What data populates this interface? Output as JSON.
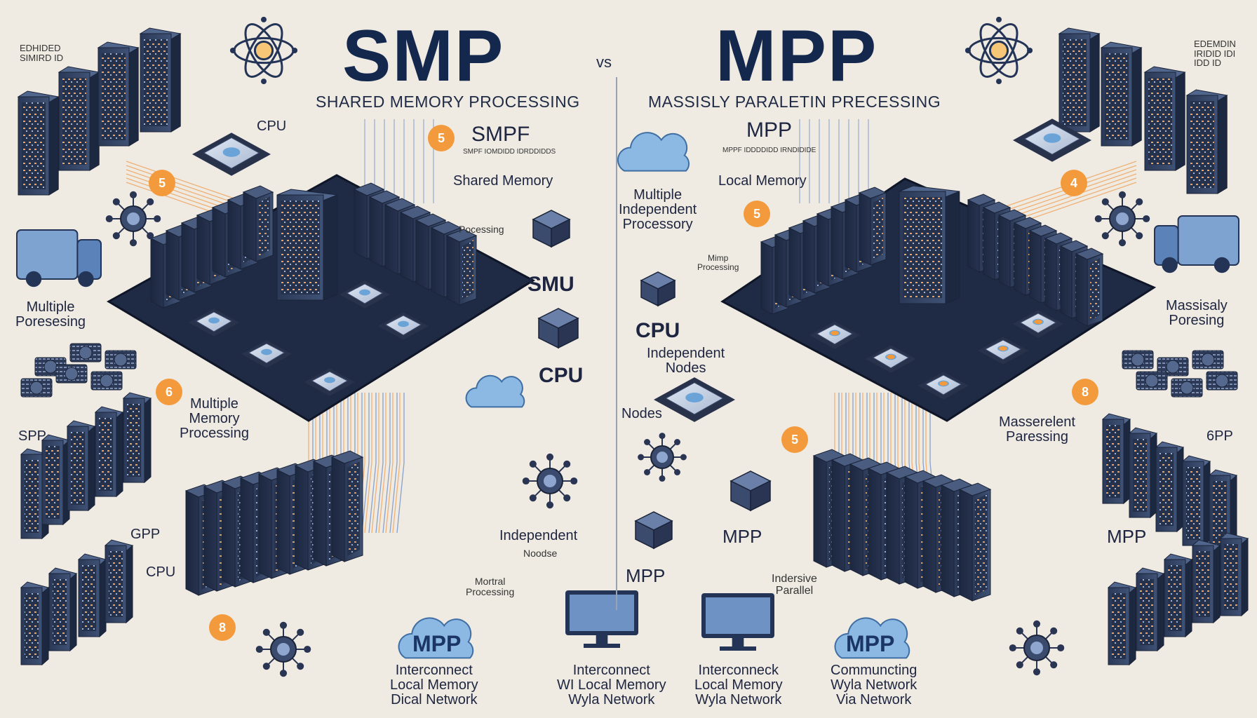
{
  "header": {
    "left_title": "SMP",
    "left_subtitle": "SHARED MEMORY PROCESSING",
    "vs": "vs",
    "right_title": "MPP",
    "right_subtitle": "MASSISLY PARALETIN PRECESSING"
  },
  "corner_tags": {
    "left": "EDHIDED\nSIMIRD ID",
    "right": "EDEMDIN\nIRIDID IDI\nIDD ID"
  },
  "left_labels": {
    "cpu_top": "CPU",
    "smpf": "SMPF",
    "smpf_sub": "SMPF IOMDIDD IDRDDIDDS",
    "shared_memory": "Shared Memory",
    "pocessing": "Pocessing",
    "smu": "SMU",
    "multiple_porsesing": "Multiple\nPoresesing",
    "cpu_right": "CPU",
    "multiple_memory": "Multiple\nMemory\nProcessing",
    "spp": "SPP",
    "gpp": "GPP",
    "cpu_low": "CPU",
    "independent_nodes": "Independent",
    "independent_nodes_sub": "Noodse",
    "mortral": "Mortral\nProcessing",
    "mpp_cloud": "MPP",
    "interconnect_1": "Interconnect\nLocal Memory\nDical Network",
    "interconnect_2": "Interconnect\nWI Local Memory\nWyla Network"
  },
  "right_labels": {
    "mpp_top": "MPP",
    "mpp_sub": "MPPF IDDDDIDD IRNDIDIDE",
    "local_memory": "Local Memory",
    "multiple_independent": "Multiple\nIndependent\nProcessory",
    "mimp": "Mimp\nProcessing",
    "cpu": "CPU",
    "independent_nodes": "Independent\nNodes",
    "nodes": "Nodes",
    "massisaly": "Massisaly\nPoresing",
    "masserelent": "Masserelent\nParessing",
    "gpp6": "6PP",
    "mpp_mid": "MPP",
    "mpp_left": "MPP",
    "mpp_low": "MPP",
    "indersive": "Indersive\nParallel",
    "mpp_cloud": "MPP",
    "interconnect_3": "Interconneck\nLocal Memory\nWyla Network",
    "communicating": "Communcting\nWyla Network\nVia Network"
  },
  "badges": {
    "b1": "5",
    "b2": "5",
    "b3": "6",
    "b4": "4",
    "b5": "8",
    "b6": "5",
    "b7": "5",
    "b8": "8"
  },
  "colors": {
    "background": "#efebe3",
    "navy": "#1f2d4f",
    "rack": "#2f3e5e",
    "rack_light": "#55698f",
    "accent_orange": "#f39a3c",
    "accent_blue": "#5b9bd5",
    "line_orange": "#f0a25a",
    "line_blue": "#6f8fc6",
    "cloud": "#8cb9e3"
  },
  "icons": [
    "atom-icon",
    "server-rack-icon",
    "cpu-chip-icon",
    "network-node-icon",
    "cloud-icon",
    "truck-icon",
    "monitor-icon",
    "cube-icon"
  ]
}
